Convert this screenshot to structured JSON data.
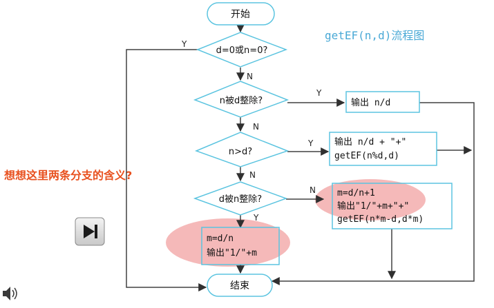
{
  "diagram": {
    "title": "getEF(n,d)流程图",
    "question": "想想这里两条分支的含义?",
    "start": "开始",
    "end": "结束",
    "decisions": {
      "d1": "d=0或n=0?",
      "d2": "n被d整除?",
      "d3": "n>d?",
      "d4": "d被n整除?"
    },
    "processes": {
      "p1": "输出 n/d",
      "p2_line1": "输出 n/d + \"+\"",
      "p2_line2": "getEF(n%d,d)",
      "p3_line1": "m=d/n+1",
      "p3_line2": "输出\"1/\"+m+\"+\"",
      "p3_line3": "getEF(n*m-d,d*m)",
      "p4_line1": "m=d/n",
      "p4_line2": "输出\"1/\"+m"
    },
    "edge_labels": {
      "d1_yes": "Y",
      "d1_no": "N",
      "d2_yes": "Y",
      "d2_no": "N",
      "d3_yes": "Y",
      "d3_no": "N",
      "d4_no": "N",
      "d4_yes": "Y"
    },
    "colors": {
      "shape_border": "#5bc4e0",
      "line": "#404040",
      "title": "#4aa9d6",
      "question": "#e8501e",
      "highlight": "#f2a8a8"
    },
    "icons": {
      "play_button": "skip-forward-icon",
      "sound": "speaker-icon"
    }
  }
}
